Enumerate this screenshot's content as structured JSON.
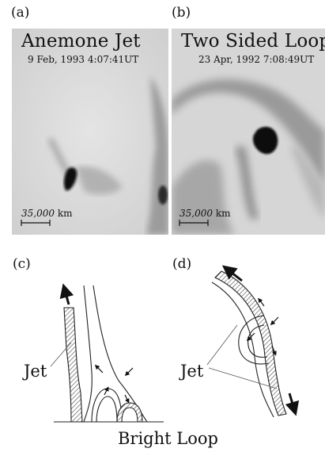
{
  "panels": {
    "a": {
      "label": "(a)",
      "title": "Anemone Jet",
      "date": "9 Feb, 1993 4:07:41UT",
      "scale_value": "35,000",
      "scale_unit": "km"
    },
    "b": {
      "label": "(b)",
      "title": "Two Sided Loop",
      "date": "23 Apr, 1992 7:08:49UT",
      "scale_value": "35,000",
      "scale_unit": "km"
    },
    "c": {
      "label": "(c)",
      "jet_label": "Jet",
      "loop_label": "Bright Loop"
    },
    "d": {
      "label": "(d)",
      "jet_label": "Jet"
    }
  },
  "colors": {
    "hatch": "#555555",
    "line": "#222222",
    "image_bg": "#dcdcdc"
  }
}
